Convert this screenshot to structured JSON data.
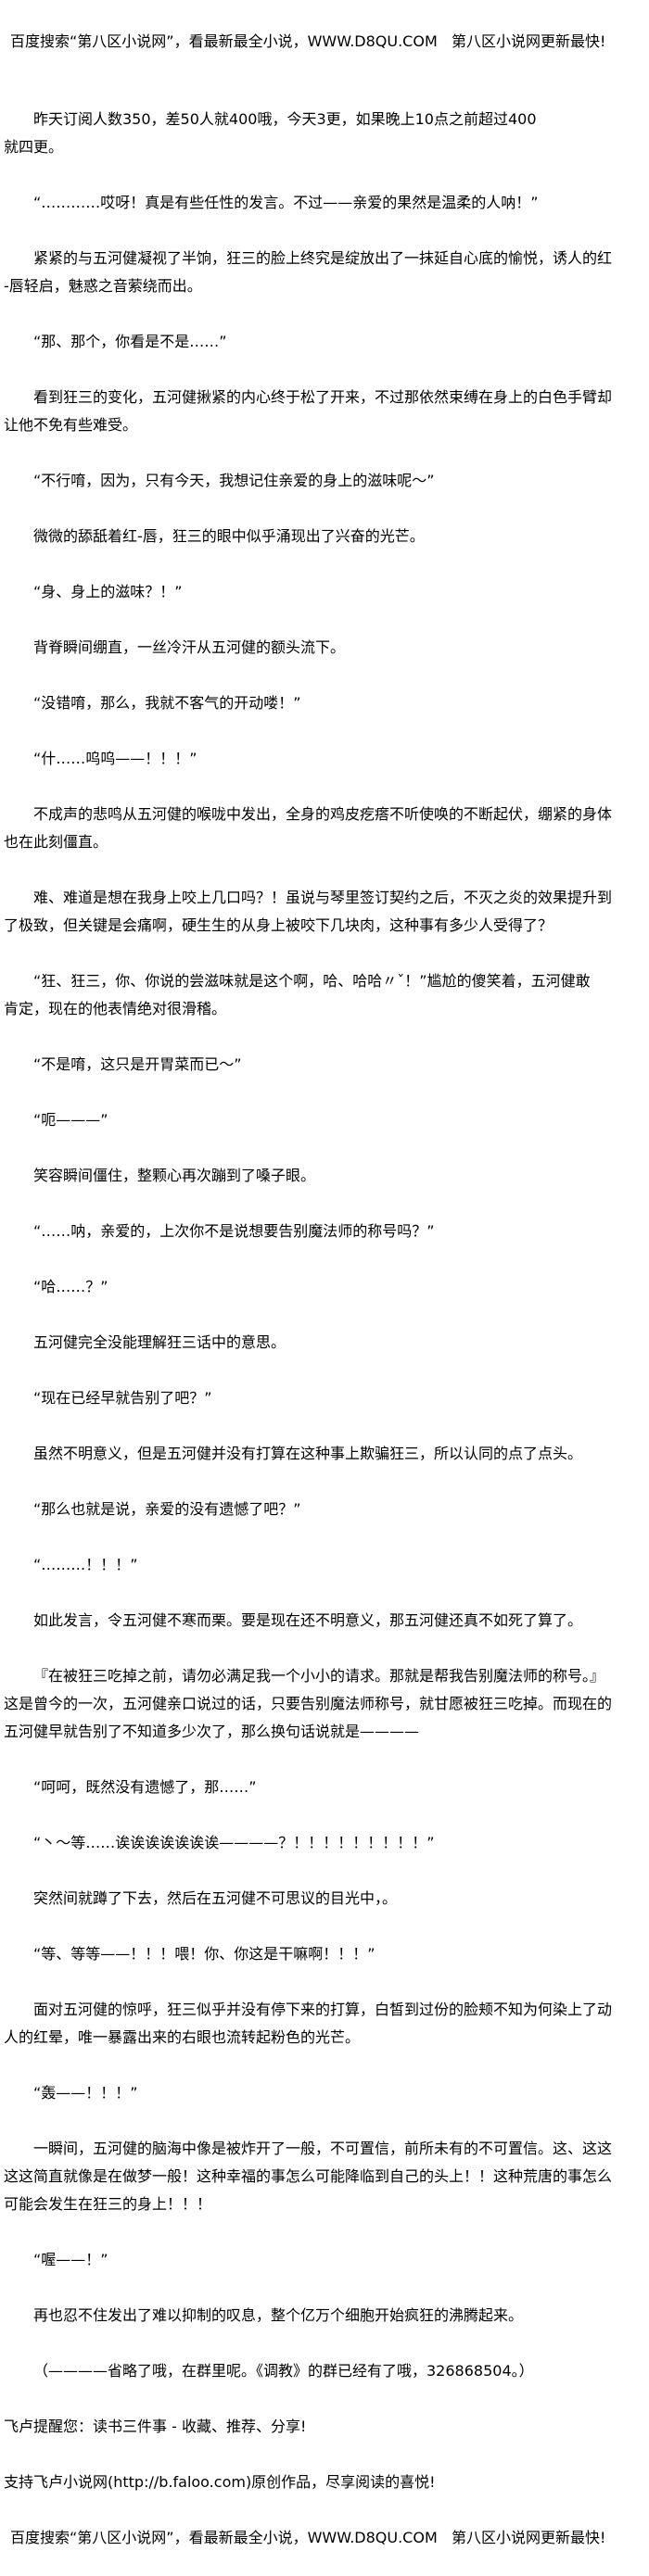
{
  "header_banner": "百度搜索“第八区小说网”，看最新最全小说，WWW.D8QU.COM   第八区小说网更新最快!",
  "paragraphs": [
    {
      "indent": true,
      "lines": [
        "昨天订阅人数350，差50人就400哦，今天3更，如果晚上10点之前超过400",
        "就四更。"
      ]
    },
    {
      "indent": true,
      "lines": [
        "“…………哎呀！真是有些任性的发言。不过——亲爱的果然是温柔的人呐！”"
      ]
    },
    {
      "indent": true,
      "lines": [
        "紧紧的与五河健凝视了半饷，狂三的脸上终究是绽放出了一抹延自心底的愉悦，诱人的红",
        "-唇轻启，魅惑之音萦绕而出。"
      ]
    },
    {
      "indent": true,
      "lines": [
        "“那、那个，你看是不是……”"
      ]
    },
    {
      "indent": true,
      "lines": [
        "看到狂三的变化，五河健揪紧的内心终于松了开来，不过那依然束缚在身上的白色手臂却",
        "让他不免有些难受。"
      ]
    },
    {
      "indent": true,
      "lines": [
        "“不行唷，因为，只有今天，我想记住亲爱的身上的滋味呢～”"
      ]
    },
    {
      "indent": true,
      "lines": [
        "微微的舔舐着红-唇，狂三的眼中似乎涌现出了兴奋的光芒。"
      ]
    },
    {
      "indent": true,
      "lines": [
        "“身、身上的滋味？！”"
      ]
    },
    {
      "indent": true,
      "lines": [
        "背脊瞬间绷直，一丝冷汗从五河健的额头流下。"
      ]
    },
    {
      "indent": true,
      "lines": [
        "“没错唷，那么，我就不客气的开动喽！”"
      ]
    },
    {
      "indent": true,
      "lines": [
        "“什……呜呜——！！！”"
      ]
    },
    {
      "indent": true,
      "lines": [
        "不成声的悲鸣从五河健的喉咙中发出，全身的鸡皮疙瘩不听使唤的不断起伏，绷紧的身体",
        "也在此刻僵直。"
      ]
    },
    {
      "indent": true,
      "lines": [
        "难、难道是想在我身上咬上几口吗？！虽说与琴里签订契约之后，不灭之炎的效果提升到",
        "了极致，但关键是会痛啊，硬生生的从身上被咬下几块肉，这种事有多少人受得了？"
      ]
    },
    {
      "indent": true,
      "lines": [
        "“狂、狂三，你、你说的尝滋味就是这个啊，哈、哈哈〃ˇ！”尴尬的傻笑着，五河健敢",
        "肯定，现在的他表情绝对很滑稽。"
      ]
    },
    {
      "indent": true,
      "lines": [
        "“不是唷，这只是开胃菜而已～”"
      ]
    },
    {
      "indent": true,
      "lines": [
        "“呃———”"
      ]
    },
    {
      "indent": true,
      "lines": [
        "笑容瞬间僵住，整颗心再次蹦到了嗓子眼。"
      ]
    },
    {
      "indent": true,
      "lines": [
        "“……呐，亲爱的，上次你不是说想要告别魔法师的称号吗？”"
      ]
    },
    {
      "indent": true,
      "lines": [
        "“哈……？”"
      ]
    },
    {
      "indent": true,
      "lines": [
        "五河健完全没能理解狂三话中的意思。"
      ]
    },
    {
      "indent": true,
      "lines": [
        "“现在已经早就告别了吧？”"
      ]
    },
    {
      "indent": true,
      "lines": [
        "虽然不明意义，但是五河健并没有打算在这种事上欺骗狂三，所以认同的点了点头。"
      ]
    },
    {
      "indent": true,
      "lines": [
        "“那么也就是说，亲爱的没有遗憾了吧？”"
      ]
    },
    {
      "indent": true,
      "lines": [
        "“………！！！”"
      ]
    },
    {
      "indent": true,
      "lines": [
        "如此发言，令五河健不寒而栗。要是现在还不明意义，那五河健还真不如死了算了。"
      ]
    },
    {
      "indent": true,
      "lines": [
        "『在被狂三吃掉之前，请勿必满足我一个小小的请求。那就是帮我告别魔法师的称号。』",
        "这是曾今的一次，五河健亲口说过的话，只要告别魔法师称号，就甘愿被狂三吃掉。而现在的",
        "五河健早就告别了不知道多少次了，那么换句话说就是————"
      ]
    },
    {
      "indent": true,
      "lines": [
        "“呵呵，既然没有遗憾了，那……”"
      ]
    },
    {
      "indent": true,
      "lines": [
        "“丶～等……诶诶诶诶诶诶诶————？！！！！！！！！！”"
      ]
    },
    {
      "indent": true,
      "lines": [
        "突然间就蹲了下去，然后在五河健不可思议的目光中，。"
      ]
    },
    {
      "indent": true,
      "lines": [
        "“等、等等——！！！喂！你、你这是干嘛啊！！！”"
      ]
    },
    {
      "indent": true,
      "lines": [
        "面对五河健的惊呼，狂三似乎并没有停下来的打算，白皙到过份的脸颊不知为何染上了动",
        "人的红晕，唯一暴露出来的右眼也流转起粉色的光芒。"
      ]
    },
    {
      "indent": true,
      "lines": [
        "“轰——！！！”"
      ]
    },
    {
      "indent": true,
      "lines": [
        "一瞬间，五河健的脑海中像是被炸开了一般，不可置信，前所未有的不可置信。这、这这",
        "这这简直就像是在做梦一般！这种幸福的事怎么可能降临到自己的头上！！这种荒唐的事怎么",
        "可能会发生在狂三的身上！！！"
      ]
    },
    {
      "indent": true,
      "lines": [
        "“喔——！”"
      ]
    },
    {
      "indent": true,
      "lines": [
        "再也忍不住发出了难以抑制的叹息，整个亿万个细胞开始疯狂的沸腾起来。"
      ]
    },
    {
      "indent": true,
      "lines": [
        "（————省略了哦，在群里呢。《调教》的群已经有了哦，326868504。）"
      ]
    },
    {
      "indent": false,
      "lines": [
        "飞卢提醒您：读书三件事 - 收藏、推荐、分享!"
      ]
    },
    {
      "indent": false,
      "lines": [
        "支持飞卢小说网(http://b.faloo.com)原创作品，尽享阅读的喜悦!"
      ]
    }
  ],
  "footer_banner": "百度搜索“第八区小说网”，看最新最全小说，WWW.D8QU.COM   第八区小说网更新最快!"
}
